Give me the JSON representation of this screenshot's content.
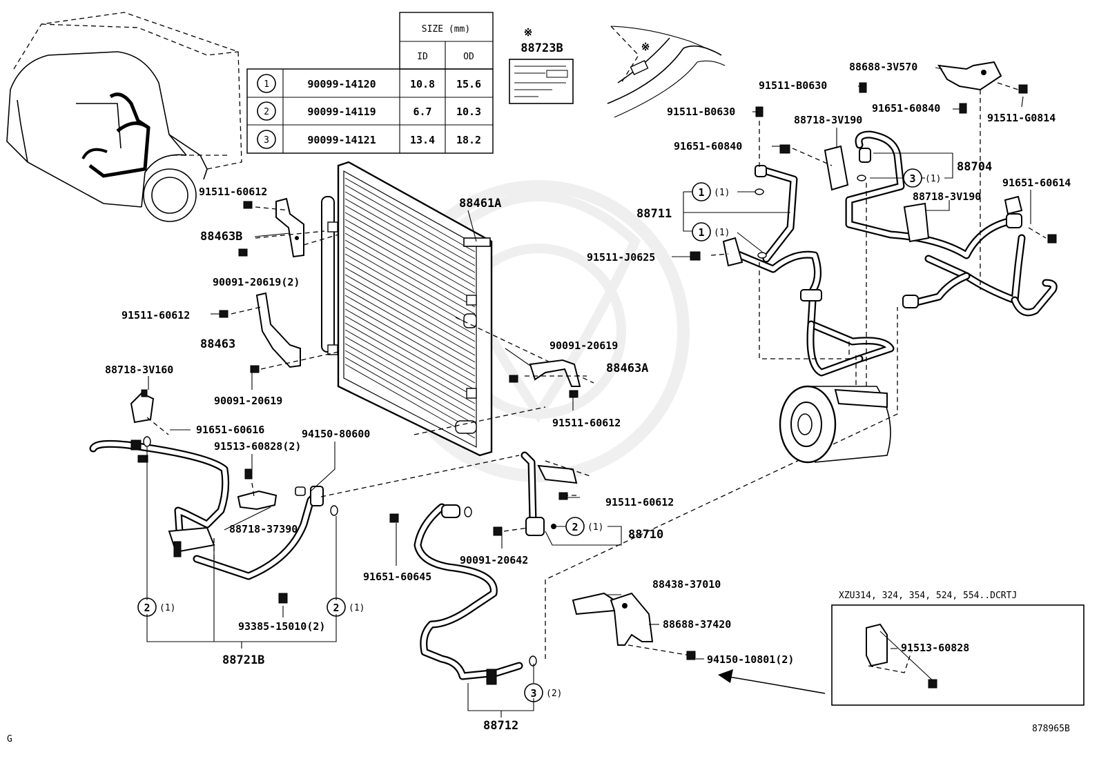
{
  "size_table": {
    "header": "SIZE (mm)",
    "col_id": "ID",
    "col_od": "OD",
    "rows": [
      {
        "mark": "1",
        "part": "90099-14120",
        "id": "10.8",
        "od": "15.6"
      },
      {
        "mark": "2",
        "part": "90099-14119",
        "id": "6.7",
        "od": "10.3"
      },
      {
        "mark": "3",
        "part": "90099-14121",
        "id": "13.4",
        "od": "18.2"
      }
    ]
  },
  "label_sticker": {
    "mark": "※",
    "part": "88723B",
    "small_mark": "※"
  },
  "part_labels": {
    "p88461A": "88461A",
    "p88463B": "88463B",
    "p91511_60612_a": "91511-60612",
    "p90091_20619_2": "90091-20619(2)",
    "p91511_60612_b": "91511-60612",
    "p88463": "88463",
    "p90091_20619_a": "90091-20619",
    "p90091_20619_b": "90091-20619",
    "p88463A": "88463A",
    "p91511_60612_c": "91511-60612",
    "p88718_3V160": "88718-3V160",
    "p91651_60616": "91651-60616",
    "p94150_80600": "94150-80600",
    "p91513_60828_2": "91513-60828(2)",
    "p88718_37390": "88718-37390",
    "p93385_15010_2": "93385-15010(2)",
    "p88721B": "88721B",
    "p91511_60612_d": "91511-60612",
    "p88710": "88710",
    "p91651_60645": "91651-60645",
    "p90091_20642": "90091-20642",
    "p88712": "88712",
    "p88438_37010": "88438-37010",
    "p88688_37420": "88688-37420",
    "p94150_10801_2": "94150-10801(2)",
    "p91513_60828": "91513-60828",
    "p88688_3V570": "88688-3V570",
    "p91511_B0630_a": "91511-B0630",
    "p91511_B0630_b": "91511-B0630",
    "p91651_60840_a": "91651-60840",
    "p91651_60840_b": "91651-60840",
    "p91511_G0814": "91511-G0814",
    "p88718_3V190_a": "88718-3V190",
    "p88718_3V190_b": "88718-3V190",
    "p88704": "88704",
    "p91651_60614": "91651-60614",
    "p88711": "88711",
    "p91511_J0625": "91511-J0625"
  },
  "callouts": {
    "c1a": {
      "num": "1",
      "qty": "(1)"
    },
    "c1b": {
      "num": "1",
      "qty": "(1)"
    },
    "c3a": {
      "num": "3",
      "qty": "(1)"
    },
    "c2a": {
      "num": "2",
      "qty": "(1)"
    },
    "c2b": {
      "num": "2",
      "qty": "(1)"
    },
    "c2c": {
      "num": "2",
      "qty": "(1)"
    },
    "c3b": {
      "num": "3",
      "qty": "(2)"
    }
  },
  "inset": {
    "title": "XZU314, 324, 354, 524, 554..DCRTJ"
  },
  "footer": {
    "left": "G",
    "right": "878965B"
  }
}
